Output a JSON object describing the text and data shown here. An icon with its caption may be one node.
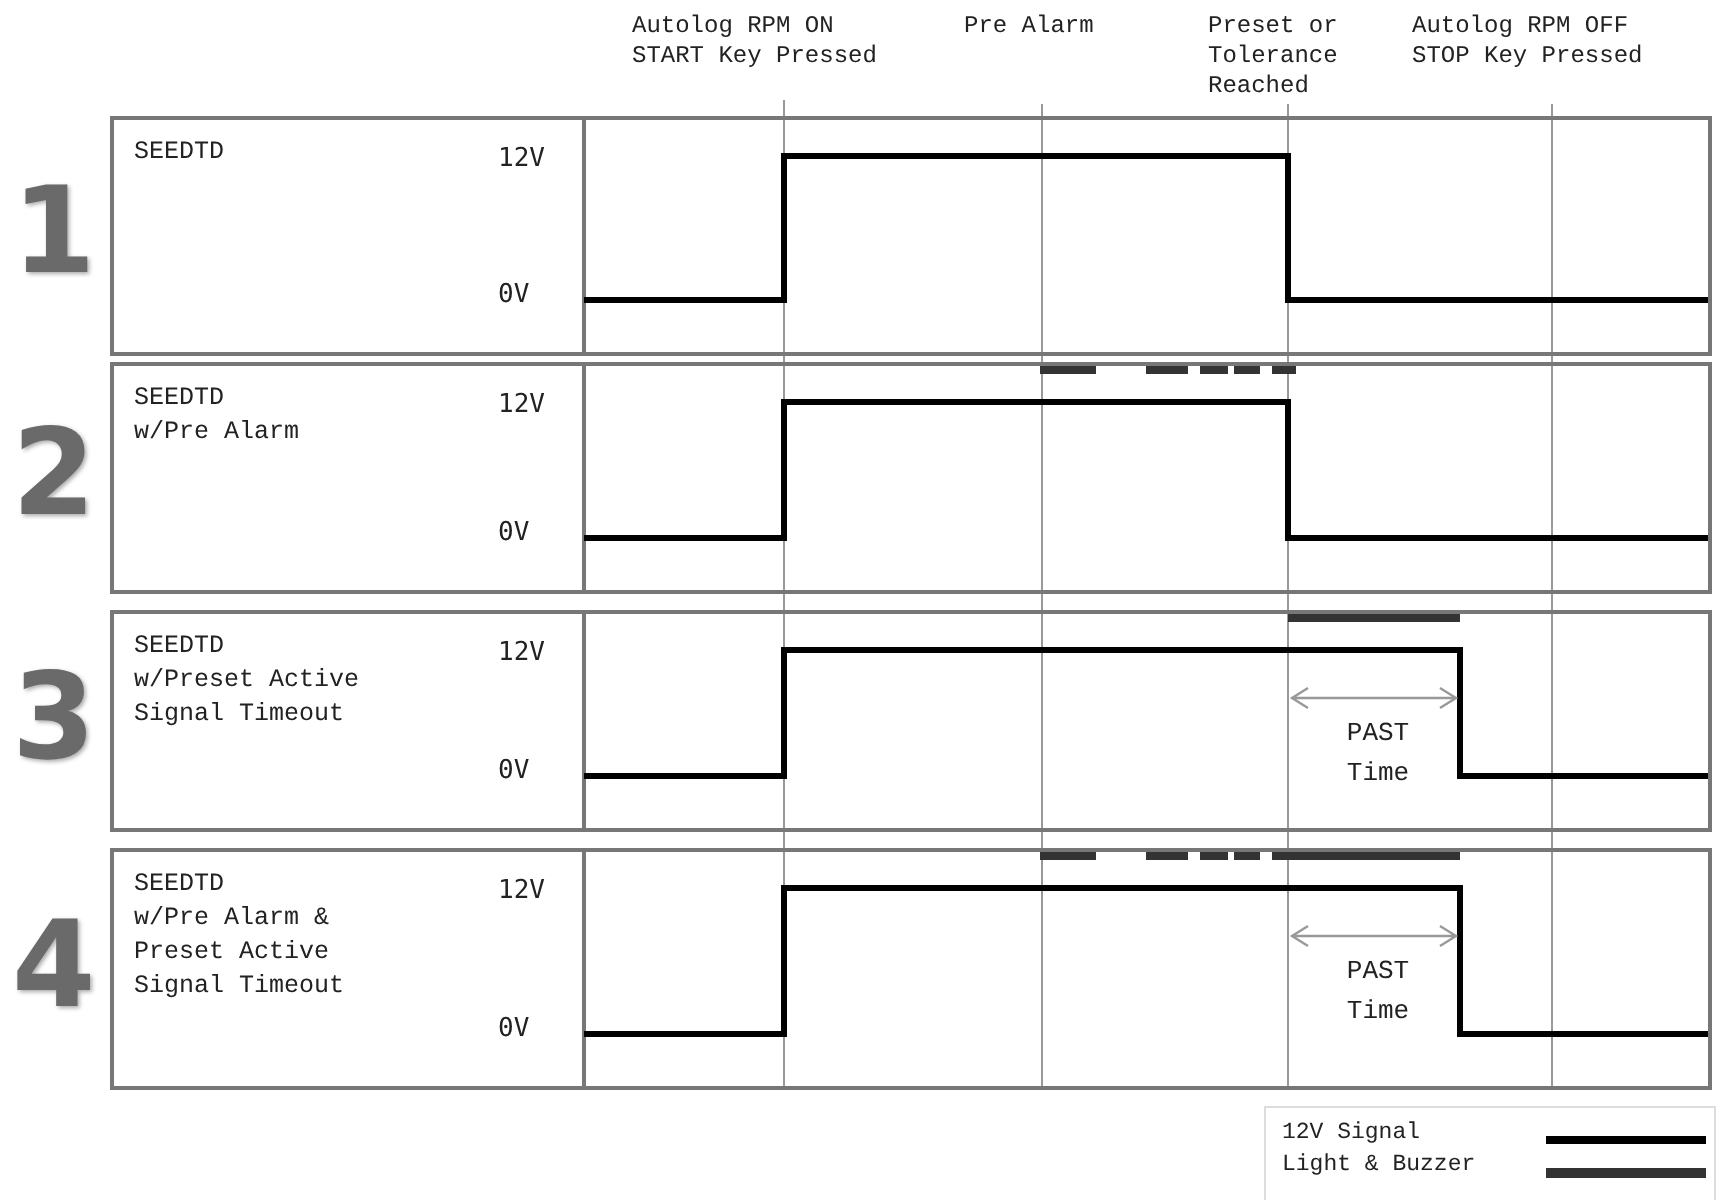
{
  "diagram": {
    "nodes": [
      {
        "text": [
          "SEEDTD",
          "12V",
          "0V"
        ],
        "beside": [
          "1"
        ]
      },
      {
        "text": [
          "SEEDTD w/Pre Alarm",
          "12V",
          "0V"
        ],
        "beside": [
          "2"
        ]
      },
      {
        "text": [
          "SEEDTD w/Preset Active Signal Timeout",
          "12V",
          "0V"
        ],
        "beside": [
          "3"
        ]
      },
      {
        "text": [
          "SEEDTD w/Pre Alarm & Preset Active Signal Timeout",
          "12V",
          "0V"
        ],
        "beside": [
          "4"
        ]
      }
    ],
    "labels": [
      "Autolog RPM ON START Key Pressed",
      "Pre Alarm",
      "Preset or Tolerance Reached",
      "Autolog RPM OFF STOP Key Pressed",
      "PAST Time",
      "PAST Time"
    ],
    "legend": [
      {
        "text": "12V Signal"
      },
      {
        "text": "Light & Buzzer"
      }
    ]
  }
}
